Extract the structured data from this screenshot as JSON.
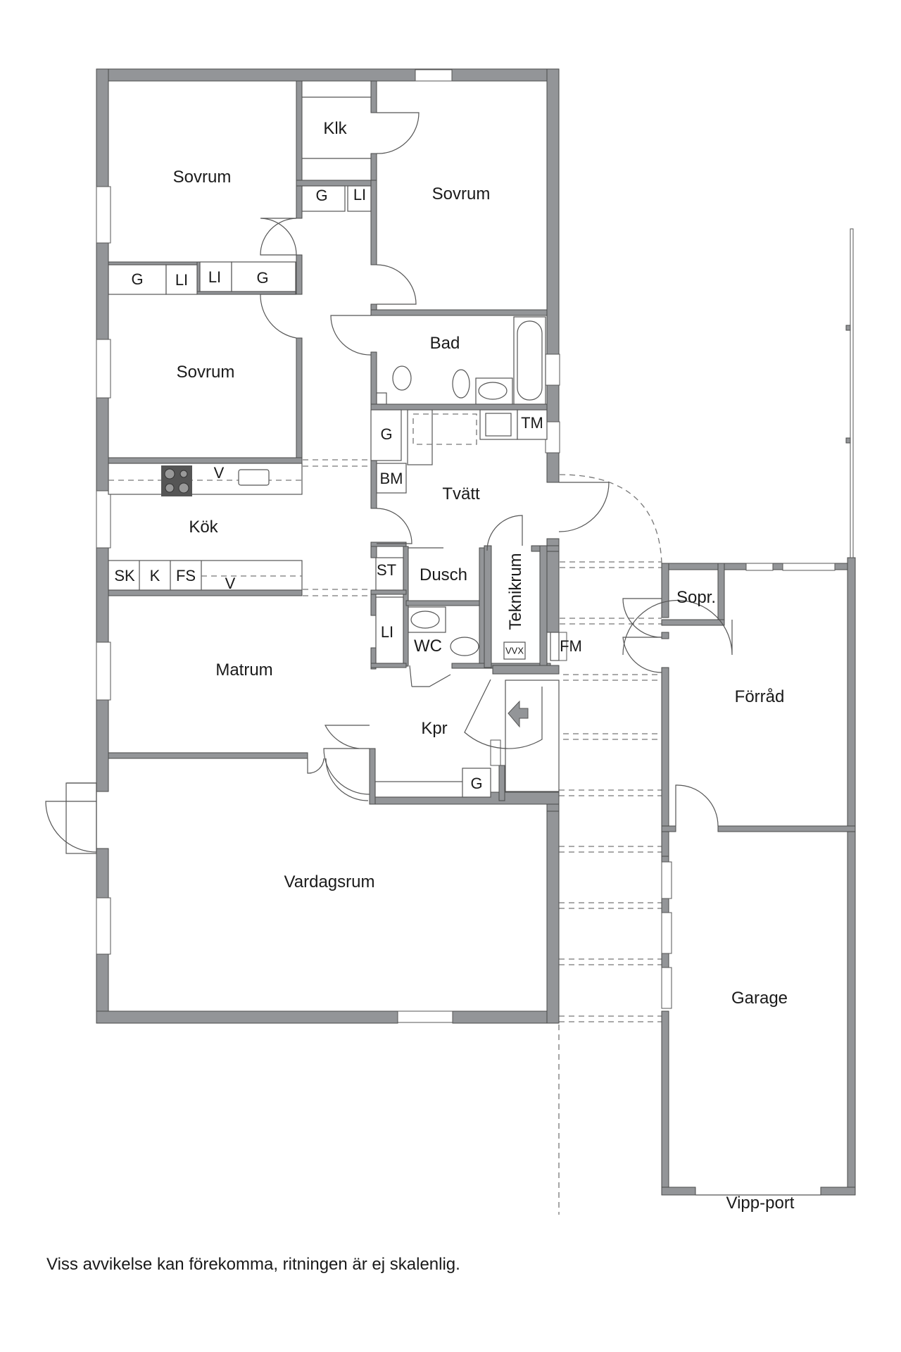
{
  "plan": {
    "type": "floor-plan",
    "colors": {
      "wall": "#939598",
      "line": "#555555",
      "background": "#ffffff"
    },
    "rooms": {
      "sovrum_nw": "Sovrum",
      "klk": "Klk",
      "sovrum_ne": "Sovrum",
      "sovrum_w": "Sovrum",
      "bad": "Bad",
      "tvatt": "Tvätt",
      "kok": "Kök",
      "dusch": "Dusch",
      "teknikrum": "Teknikrum",
      "wc": "WC",
      "matrum": "Matrum",
      "kpr": "Kpr",
      "vardagsrum": "Vardagsrum",
      "sopr": "Sopr.",
      "forrad": "Förråd",
      "garage": "Garage"
    },
    "fixtures": {
      "g_hall": "G",
      "li_hall": "LI",
      "g_row_left": "G",
      "li_row_left": "LI",
      "li_row_right": "LI",
      "g_row_right": "G",
      "g_tvatt": "G",
      "tm": "TM",
      "bm": "BM",
      "v_top": "V",
      "sk": "SK",
      "k": "K",
      "fs": "FS",
      "v_bottom": "V",
      "st": "ST",
      "li_wc": "LI",
      "vvx": "VVX",
      "fm": "FM",
      "g_kpr": "G"
    },
    "openings": {
      "garage_door": "Vipp-port"
    },
    "disclaimer": "Viss avvikelse kan förekomma, ritningen är ej skalenlig."
  }
}
